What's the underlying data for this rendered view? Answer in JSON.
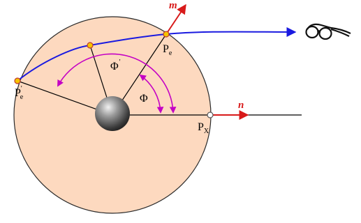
{
  "labels": {
    "m": "m",
    "n": "n",
    "phi_prime": "Φ",
    "prime": "'",
    "phi": "Φ",
    "pe_right_base": "P",
    "pe_right_sub": "e",
    "pe_left_base": "P",
    "pe_left_sub": "e",
    "pe_left_prime": "'",
    "px_base": "P",
    "px_sub": "X"
  },
  "colors": {
    "disk_fill": "#fdd9bf",
    "disk_stroke": "#2a2a2a",
    "trajectory": "#1a1ae0",
    "arcs": "#c400c4",
    "vectors": "#d81a1a",
    "points": "#f5c400",
    "point_stroke": "#c0392b",
    "lines": "#000000"
  },
  "icons": {
    "observer": "eyeglasses-icon",
    "central_body": "gray-sphere"
  }
}
